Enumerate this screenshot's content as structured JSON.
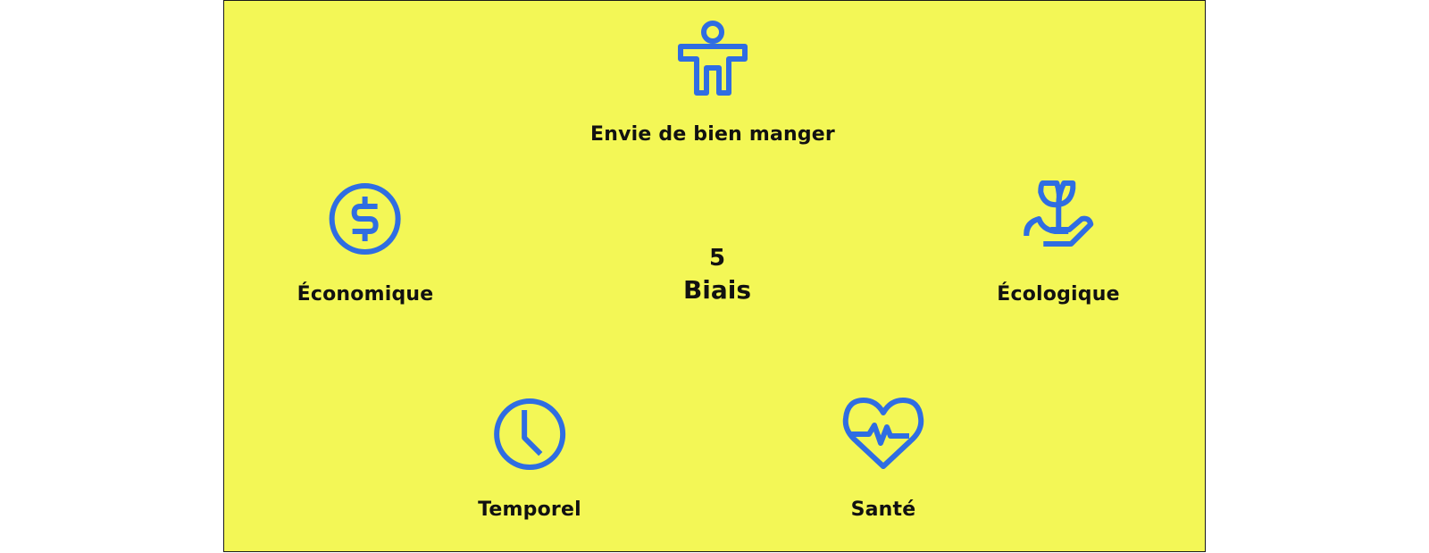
{
  "colors": {
    "background": "#f3f756",
    "icon": "#2f6de2",
    "text": "#111111"
  },
  "center": {
    "number": "5",
    "word": "Biais"
  },
  "nodes": [
    {
      "label": "Envie de bien manger",
      "icon": "person-arms-out-icon"
    },
    {
      "label": "Économique",
      "icon": "dollar-circle-icon"
    },
    {
      "label": "Écologique",
      "icon": "hand-sprout-icon"
    },
    {
      "label": "Temporel",
      "icon": "clock-icon"
    },
    {
      "label": "Santé",
      "icon": "heart-pulse-icon"
    }
  ]
}
